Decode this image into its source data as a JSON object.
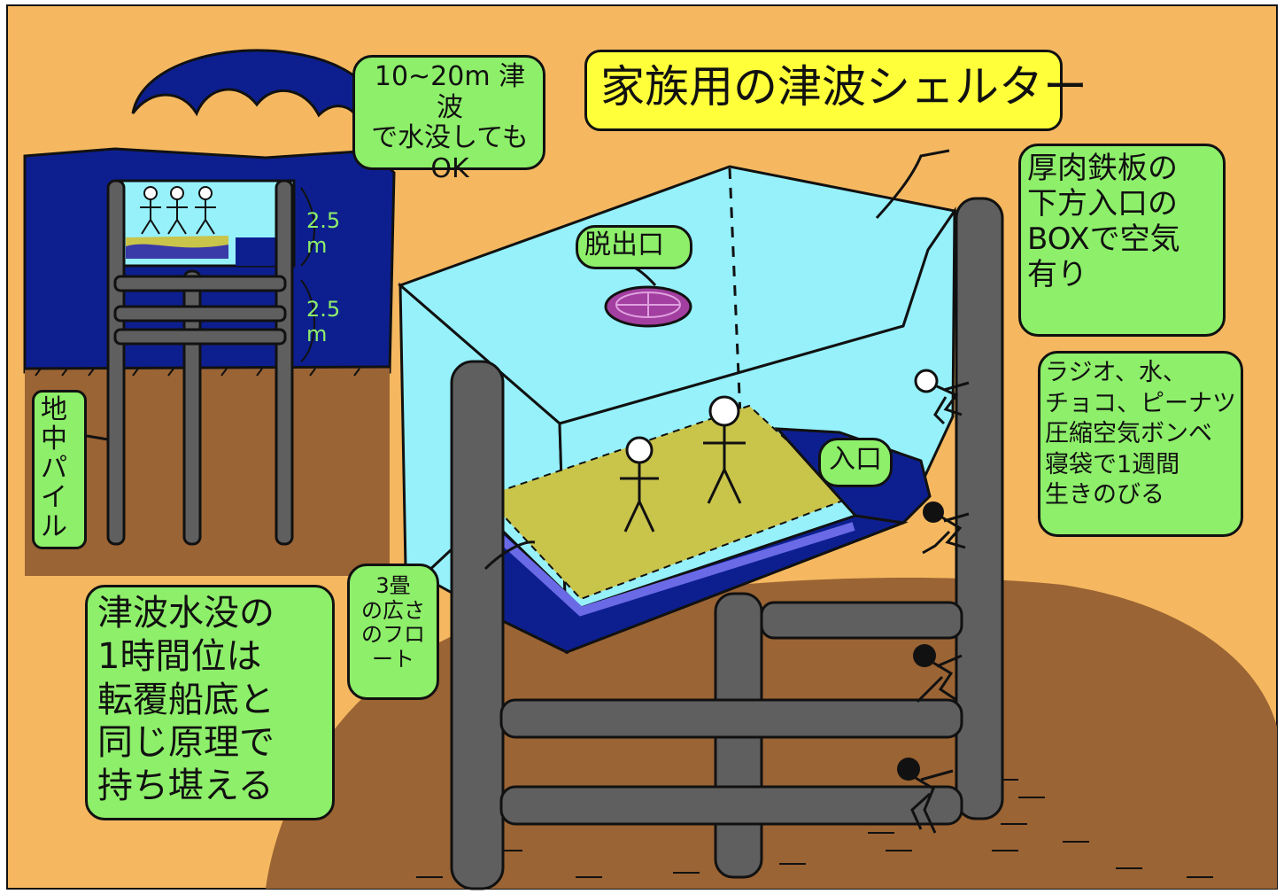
{
  "title": "家族用の津波シェルター",
  "labels": {
    "flood_ok": "10~20m 津波\nで水没しても\nOK",
    "height_upper": "2.5\nm",
    "height_lower": "2.5\nm",
    "pile": "地\n中\nパ\nイ\nル",
    "exit": "脱出口",
    "entrance": "入口",
    "steel_box": "厚肉鉄板の\n下方入口の\nBOXで空気\n有り",
    "supplies": "ラジオ、水、\nチョコ、ピーナツ\n圧縮空気ボンベ\n寝袋で1週間\n生きのびる",
    "float": "3畳\nの広さ\nのフロート",
    "principle": "津波水没の\n1時間位は\n転覆船底と\n同じ原理で\n持ち堪える"
  },
  "colors": {
    "background": "#f5b860",
    "water": "#0d1f8f",
    "ground": "#9b6434",
    "glass": "#96f1fb",
    "float": "#c9c44a",
    "pillar": "#5f5f5f",
    "bubble": "#8eef6a",
    "title_bg": "#ffff3a",
    "hatch": "#a23fa0"
  }
}
